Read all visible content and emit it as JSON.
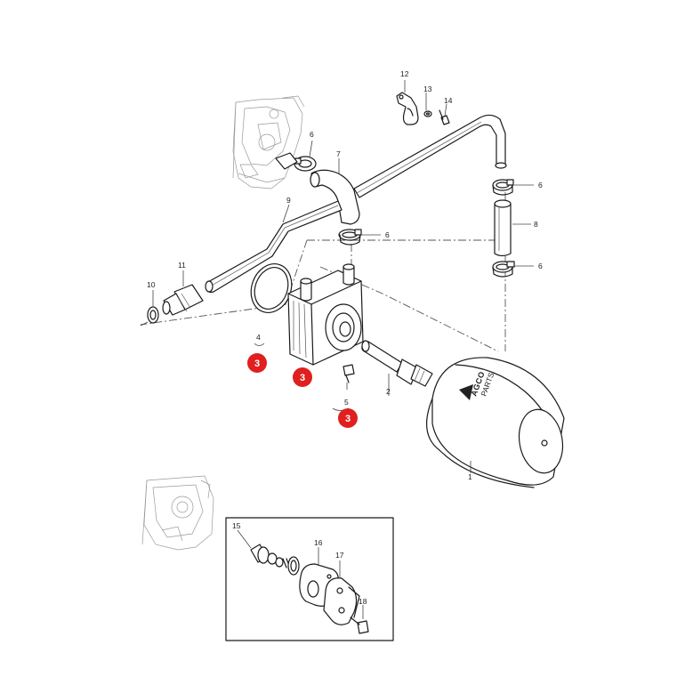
{
  "diagram": {
    "callouts": {
      "c1": "1",
      "c2": "2",
      "c4": "4",
      "c5": "5",
      "c6a": "6",
      "c6b": "6",
      "c6c": "6",
      "c6d": "6",
      "c7": "7",
      "c8": "8",
      "c9": "9",
      "c10": "10",
      "c11": "11",
      "c12": "12",
      "c13": "13",
      "c14": "14",
      "c15": "15",
      "c16": "16",
      "c17": "17",
      "c18": "18"
    },
    "badges": {
      "b1": "3",
      "b2": "3",
      "b3": "3"
    },
    "badge_color": "#e01f1f",
    "filter_brand": "AGCO",
    "filter_subbrand": "PARTS"
  }
}
